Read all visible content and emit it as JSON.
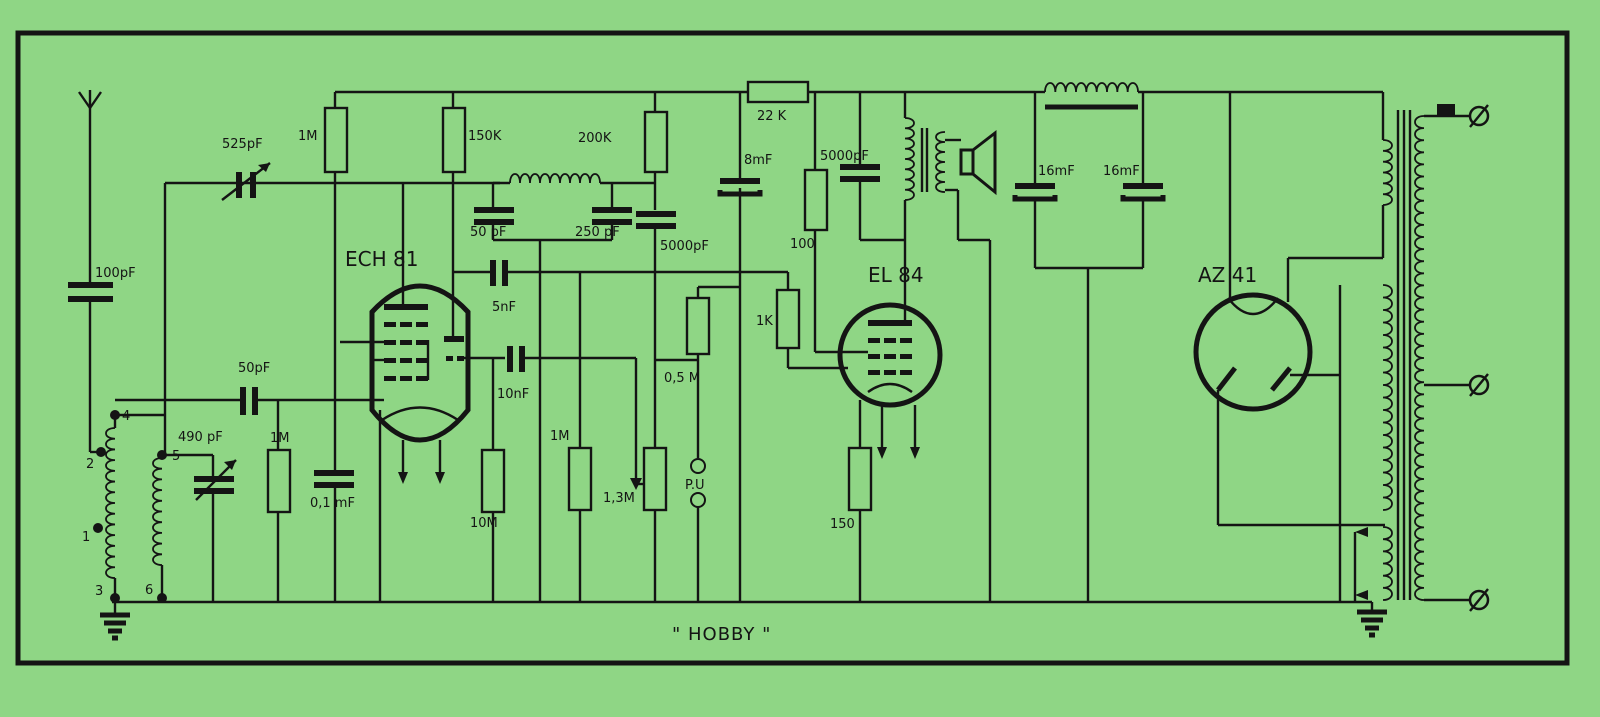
{
  "title": "\" HOBBY \"",
  "colors": {
    "paper": "#8fd685",
    "ink": "#141414"
  },
  "tubes": {
    "mixer": "ECH 81",
    "output": "EL 84",
    "rectifier": "AZ 41"
  },
  "components": {
    "ant_trimmer": "525pF",
    "coupling_100": "100pF",
    "tune_cap": "490 pF",
    "grid_cap": "50pF",
    "grid_res": "1M",
    "bypass_01": "0,1 mF",
    "r_1m_top": "1M",
    "r_150k": "150K",
    "r_200k": "200K",
    "c_50pf_top": "50 pF",
    "c_250pf": "250 pF",
    "c_5000pf": "5000pF",
    "c_5nf": "5nF",
    "c_10nf": "10nF",
    "r_10m": "10M",
    "r_1m_mid": "1M",
    "pot_13m": "1,3M",
    "pot_05m": "0,5 M",
    "pu": "P.U",
    "r_22k": "22 K",
    "c_8mf": "8mF",
    "r_100": "100",
    "r_1k": "1K",
    "c_5000pf_out": "5000pF",
    "r_150": "150",
    "c_16mf_a": "16mF",
    "c_16mf_b": "16mF"
  },
  "coil_pins": {
    "p1": "1",
    "p2": "2",
    "p3": "3",
    "p4": "4",
    "p5": "5",
    "p6": "6"
  }
}
